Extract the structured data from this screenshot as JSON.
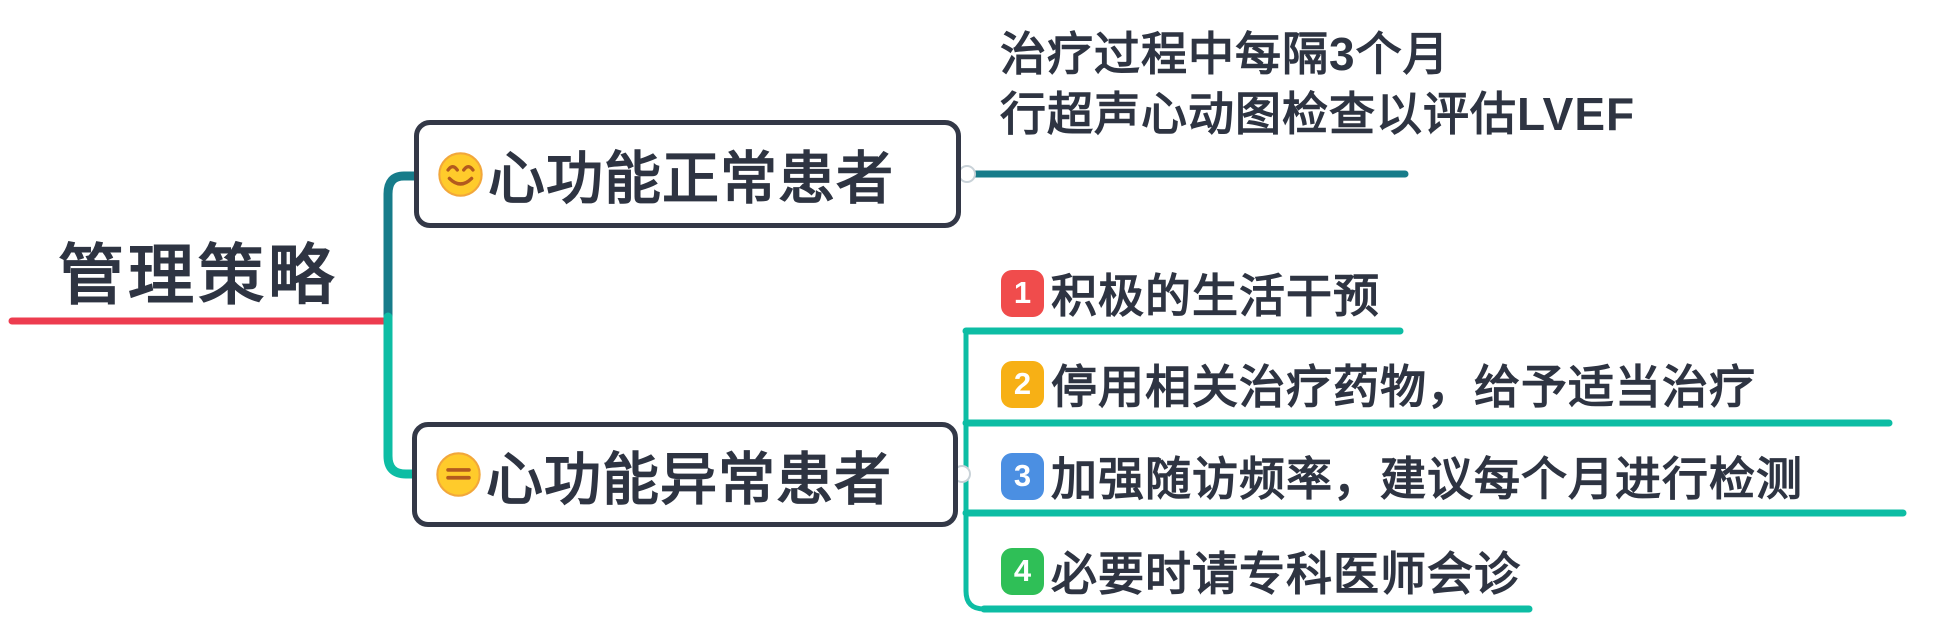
{
  "root": {
    "label": "管理策略"
  },
  "branches": [
    {
      "label": "心功能正常患者",
      "emoji": "smiling-face-with-smiling-eyes",
      "note_lines": [
        "治疗过程中每隔3个月",
        "行超声心动图检查以评估LVEF"
      ]
    },
    {
      "label": "心功能异常患者",
      "emoji": "expressionless-face",
      "children": [
        {
          "num": "1",
          "label": "积极的生活干预"
        },
        {
          "num": "2",
          "label": "停用相关治疗药物，给予适当治疗"
        },
        {
          "num": "3",
          "label": "加强随访频率，建议每个月进行检测"
        },
        {
          "num": "4",
          "label": "必要时请专科医师会诊"
        }
      ]
    }
  ],
  "colors": {
    "ink": "#2e3442",
    "box-border": "#333847",
    "red-line": "#ed3c4f",
    "teal-dark": "#177c8a",
    "teal-bright": "#0dbda4",
    "badge-red": "#f04c4c",
    "badge-amber": "#f7b015",
    "badge-blue": "#4b8fe2",
    "badge-green": "#2fbf57",
    "emoji-face": "#ffcb2b"
  }
}
